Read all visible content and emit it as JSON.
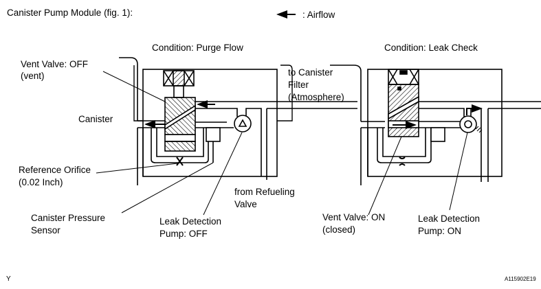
{
  "title": "Canister Pump Module (fig. 1):",
  "legend": {
    "icon": "arrow-left-icon",
    "label": ": Airflow"
  },
  "panels": [
    {
      "condition": "Condition: Purge Flow",
      "labels": {
        "vent_valve": [
          "Vent Valve: OFF",
          "(vent)"
        ],
        "canister": "Canister",
        "reference_orifice": [
          "Reference Orifice",
          "(0.02 Inch)"
        ],
        "pressure_sensor": [
          "Canister Pressure",
          "Sensor"
        ],
        "pump": [
          "Leak Detection",
          "Pump: OFF"
        ],
        "canister_filter": [
          "to Canister",
          "Filter",
          "(Atmosphere)"
        ],
        "refueling_valve": [
          "from Refueling",
          "Valve"
        ]
      }
    },
    {
      "condition": "Condition: Leak Check",
      "labels": {
        "vent_valve": [
          "Vent Valve: ON",
          "(closed)"
        ],
        "pump": [
          "Leak Detection",
          "Pump: ON"
        ]
      }
    }
  ],
  "footer": {
    "left_code": "Y",
    "figure_id": "A115902E19"
  }
}
